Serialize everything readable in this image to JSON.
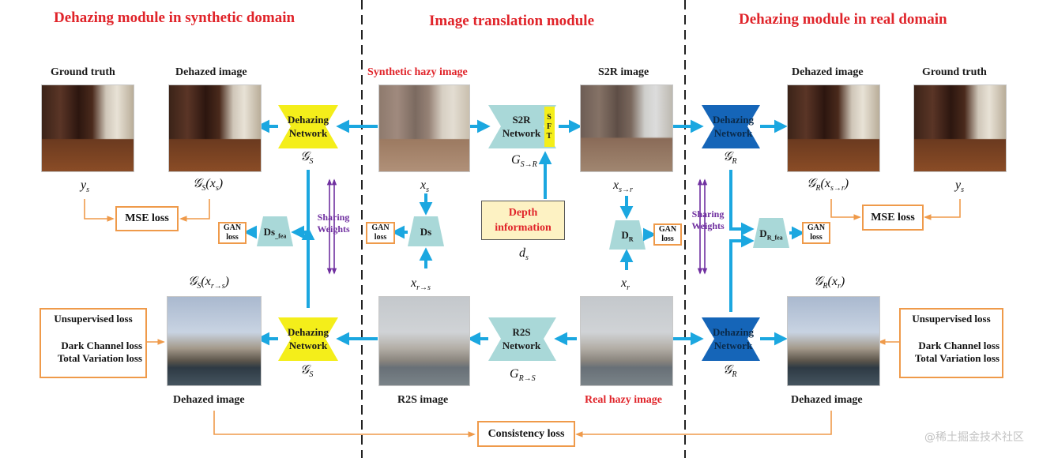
{
  "sections": {
    "left_title": "Dehazing module in synthetic domain",
    "center_title": "Image translation module",
    "right_title": "Dehazing module in real domain"
  },
  "captions": {
    "ground_truth": "Ground truth",
    "dehazed_image": "Dehazed image",
    "synthetic_hazy_image": "Synthetic hazy image",
    "s2r_image": "S2R image",
    "r2s_image": "R2S image",
    "real_hazy_image": "Real hazy image"
  },
  "networks": {
    "dehazing": "Dehazing\nNetwork",
    "s2r": "S2R\nNetwork",
    "r2s": "R2S\nNetwork",
    "sft": "S\nF\nT"
  },
  "symbols": {
    "G_S": "𝒢",
    "G_R": "𝒢",
    "y_s": "y",
    "x_s": "x",
    "x_s2r": "x",
    "x_r2s": "x",
    "x_r": "x",
    "d_s": "d",
    "sub_s": "s",
    "sub_S": "S",
    "sub_R": "R",
    "sub_s2r": "s→r",
    "sub_r2s": "r→s",
    "sub_r": "r",
    "sub_S2R": "S→R",
    "sub_R2S": "R→S",
    "G_plain": "G"
  },
  "discriminators": {
    "ds_fea_main": "Ds",
    "ds_fea_sub": "_fea",
    "ds": "Ds",
    "dr_main": "D",
    "dr_sub": "R",
    "dr_fea_main": "D",
    "dr_fea_sub": "R_fea"
  },
  "losses": {
    "mse": "MSE loss",
    "gan": "GAN\nloss",
    "unsupervised": "Unsupervised loss",
    "dark_channel": "Dark Channel loss",
    "total_variation": "Total Variation loss",
    "consistency": "Consistency loss"
  },
  "labels": {
    "sharing_weights": "Sharing\nWeights",
    "depth_information": "Depth\ninformation"
  },
  "watermark": "@稀土掘金技术社区",
  "colors": {
    "title_red": "#e0242a",
    "arrow_blue": "#1ba7e0",
    "loss_orange": "#ef9a4a",
    "net_yellow": "#f4ee1a",
    "net_teal": "#a9d8d8",
    "net_darkblue": "#1565b8",
    "purple": "#7030a0"
  }
}
